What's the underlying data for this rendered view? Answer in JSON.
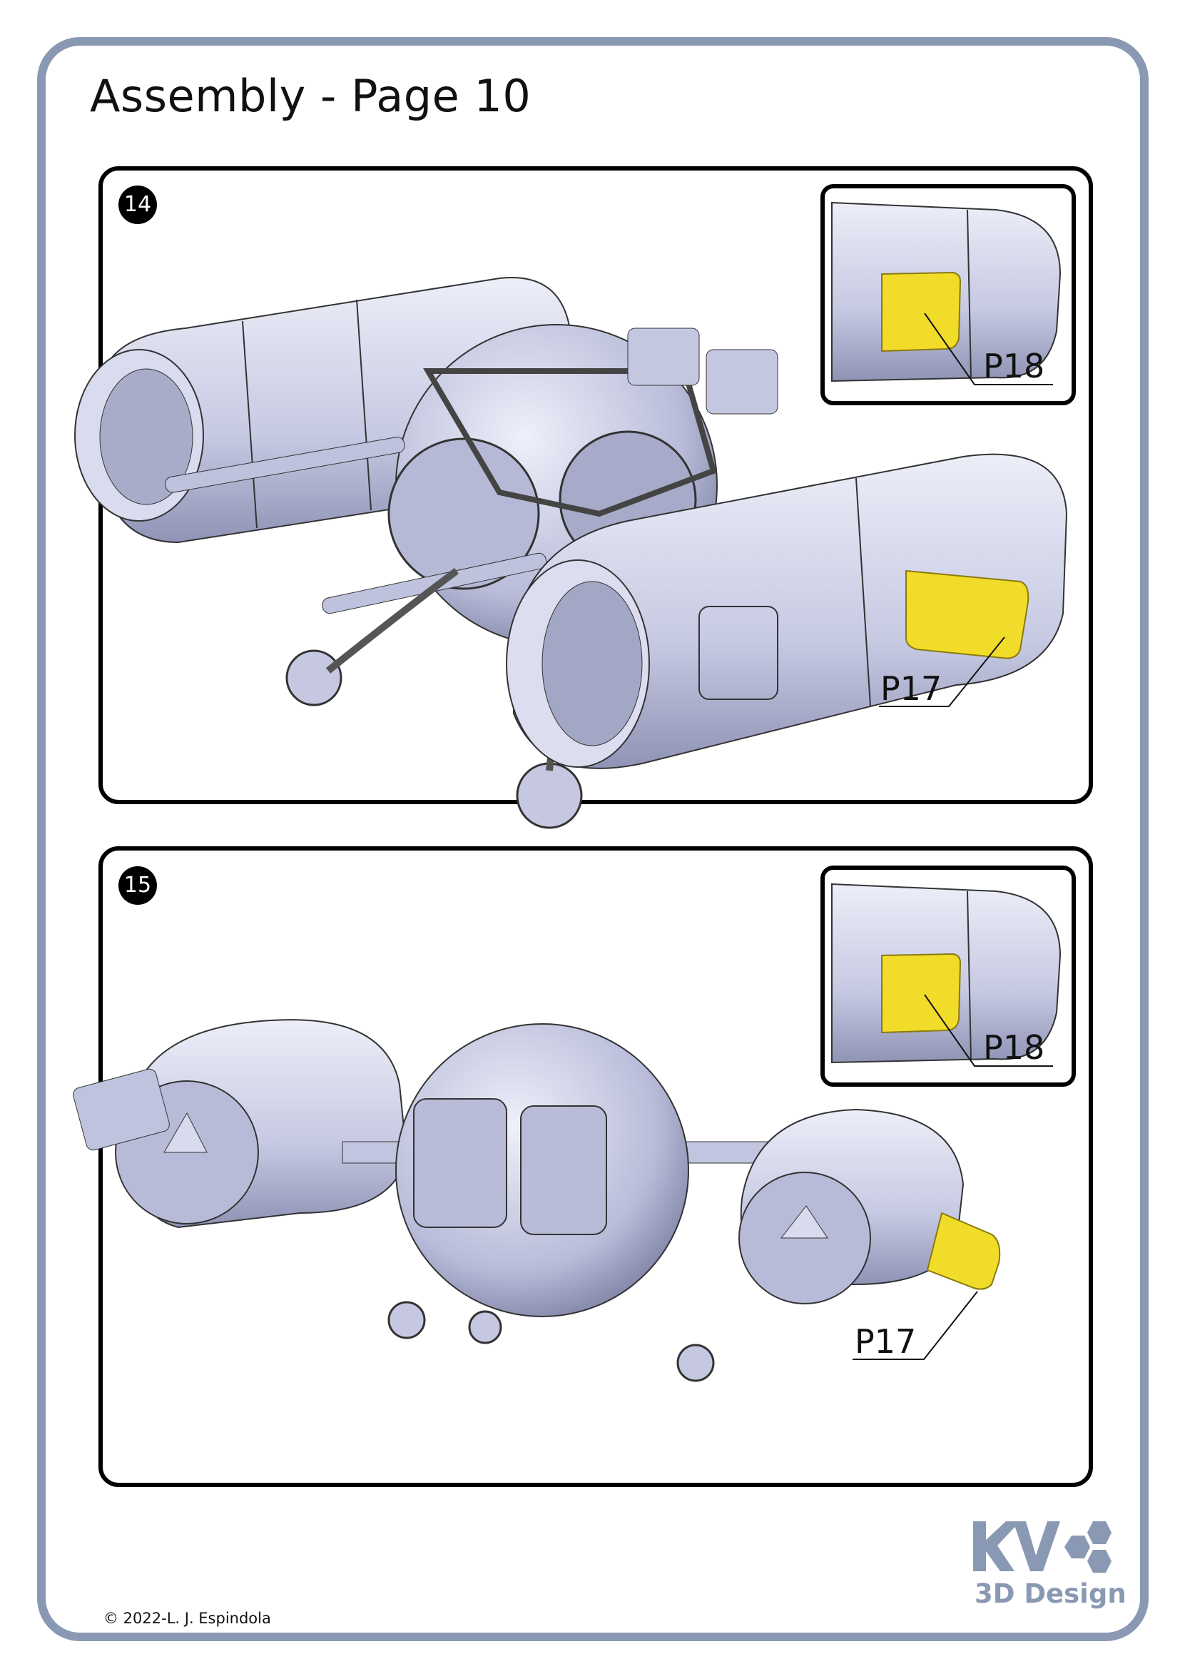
{
  "page": {
    "title": "Assembly - Page 10",
    "copyright": "© 2022-L. J. Espindola",
    "logo": {
      "text": "KV 3D Design",
      "subtitle": "3D Design"
    },
    "colors": {
      "frame": "#8a99b3",
      "part_highlight": "#f2dc2a",
      "model": "#c9cbe3"
    }
  },
  "steps": [
    {
      "number": "14",
      "inset_label": "P18",
      "main_label": "P17"
    },
    {
      "number": "15",
      "inset_label": "P18",
      "main_label": "P17"
    }
  ]
}
